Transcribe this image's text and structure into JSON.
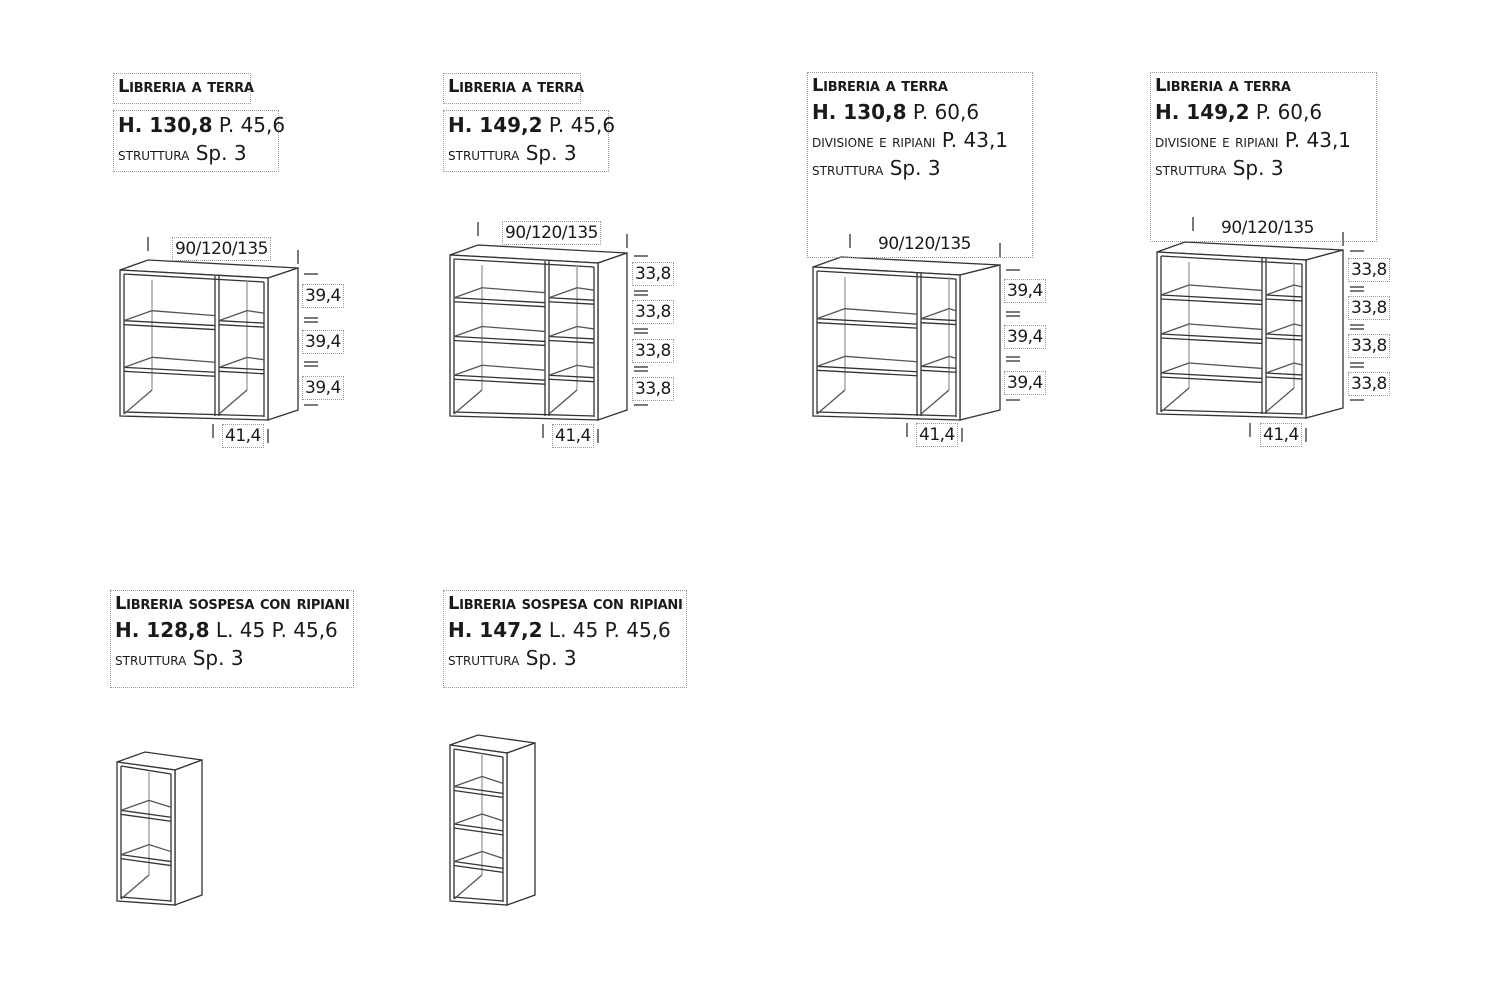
{
  "products": [
    {
      "title": "Libreria a terra",
      "h": "H. 130,8",
      "rest": "P. 45,6",
      "lines": [
        {
          "label": "struttura",
          "value": "Sp. 3"
        }
      ],
      "width_label": "90/120/135",
      "depth_label": "41,4",
      "heights": [
        "39,4",
        "39,4",
        "39,4"
      ]
    },
    {
      "title": "Libreria a terra",
      "h": "H. 149,2",
      "rest": "P. 45,6",
      "lines": [
        {
          "label": "struttura",
          "value": "Sp. 3"
        }
      ],
      "width_label": "90/120/135",
      "depth_label": "41,4",
      "heights": [
        "33,8",
        "33,8",
        "33,8",
        "33,8"
      ]
    },
    {
      "title": "Libreria a terra",
      "h": "H. 130,8",
      "rest": "P. 60,6",
      "lines": [
        {
          "label": "divisione e ripiani",
          "value": "P. 43,1"
        },
        {
          "label": "struttura",
          "value": "Sp. 3"
        }
      ],
      "width_label": "90/120/135",
      "depth_label": "41,4",
      "heights": [
        "39,4",
        "39,4",
        "39,4"
      ]
    },
    {
      "title": "Libreria a terra",
      "h": "H. 149,2",
      "rest": "P. 60,6",
      "lines": [
        {
          "label": "divisione e ripiani",
          "value": "P. 43,1"
        },
        {
          "label": "struttura",
          "value": "Sp. 3"
        }
      ],
      "width_label": "90/120/135",
      "depth_label": "41,4",
      "heights": [
        "33,8",
        "33,8",
        "33,8",
        "33,8"
      ]
    },
    {
      "title": "Libreria sospesa con ripiani",
      "h": "H. 128,8",
      "rest": "L. 45 P. 45,6",
      "lines": [
        {
          "label": "struttura",
          "value": "Sp. 3"
        }
      ]
    },
    {
      "title": "Libreria sospesa con ripiani",
      "h": "H. 147,2",
      "rest": "L. 45 P. 45,6",
      "lines": [
        {
          "label": "struttura",
          "value": "Sp. 3"
        }
      ]
    }
  ]
}
